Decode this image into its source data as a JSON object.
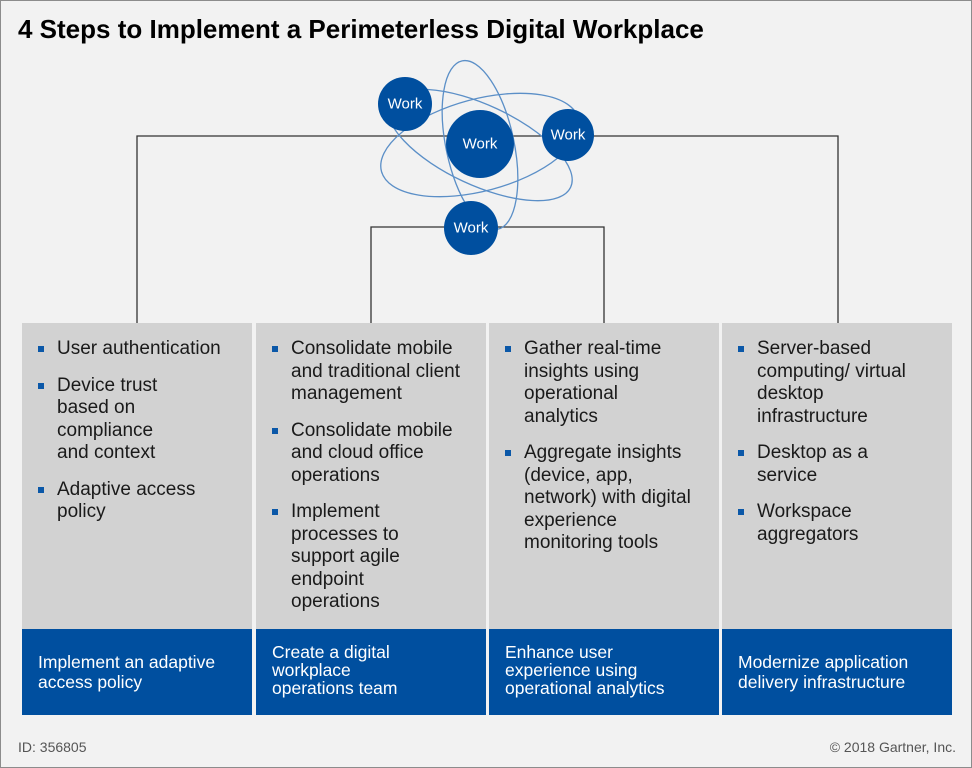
{
  "title": "4 Steps to Implement a Perimeterless Digital Workplace",
  "nodes": {
    "top_left": "Work",
    "center": "Work",
    "right": "Work",
    "bottom": "Work"
  },
  "columns": [
    {
      "bullets": [
        "User authentication",
        "Device trust based on compliance and context",
        "Adaptive access policy"
      ],
      "footer": "Implement an adaptive access policy"
    },
    {
      "bullets": [
        "Consolidate mobile and traditional client management",
        "Consolidate mobile and cloud office operations",
        "Implement processes to support agile endpoint operations"
      ],
      "footer": "Create a digital workplace operations team"
    },
    {
      "bullets": [
        "Gather real-time insights using operational analytics",
        "Aggregate insights (device, app, network) with digital experience monitoring tools"
      ],
      "footer": "Enhance user experience using operational analytics"
    },
    {
      "bullets": [
        "Server-based computing/ virtual desktop infrastructure",
        "Desktop as a service",
        "Workspace aggregators"
      ],
      "footer": "Modernize application delivery infrastructure"
    }
  ],
  "footer": {
    "id": "ID: 356805",
    "copyright": "© 2018 Gartner, Inc."
  },
  "colors": {
    "node_blue": "#004f9f",
    "orbit_blue": "#5b8fc7",
    "panel_gray": "#d2d2d2",
    "bullet_blue": "#0b58a8"
  }
}
